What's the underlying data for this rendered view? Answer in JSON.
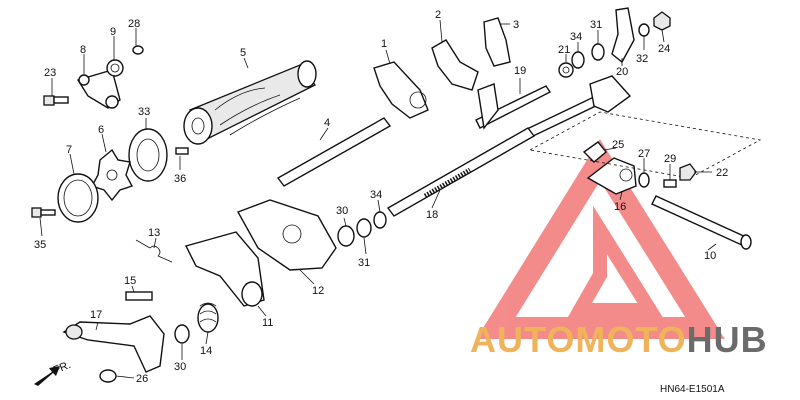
{
  "diagram": {
    "callouts": [
      "1",
      "2",
      "3",
      "4",
      "5",
      "6",
      "7",
      "8",
      "9",
      "10",
      "11",
      "12",
      "13",
      "14",
      "15",
      "16",
      "17",
      "18",
      "19",
      "20",
      "21",
      "22",
      "23",
      "24",
      "25",
      "26",
      "27",
      "28",
      "29",
      "30",
      "31",
      "32",
      "33",
      "34",
      "35",
      "36"
    ],
    "extra_callouts": [
      "30",
      "31",
      "34"
    ],
    "direction_label": "FR.",
    "diagram_code": "HN64-E1501A"
  },
  "watermark": {
    "text_part1": "AUTOMOTO",
    "text_part2": "HUB",
    "color_part1": "#f0b35a",
    "color_part2": "#6b6b6b",
    "logo_color": "#ef5b5b"
  }
}
